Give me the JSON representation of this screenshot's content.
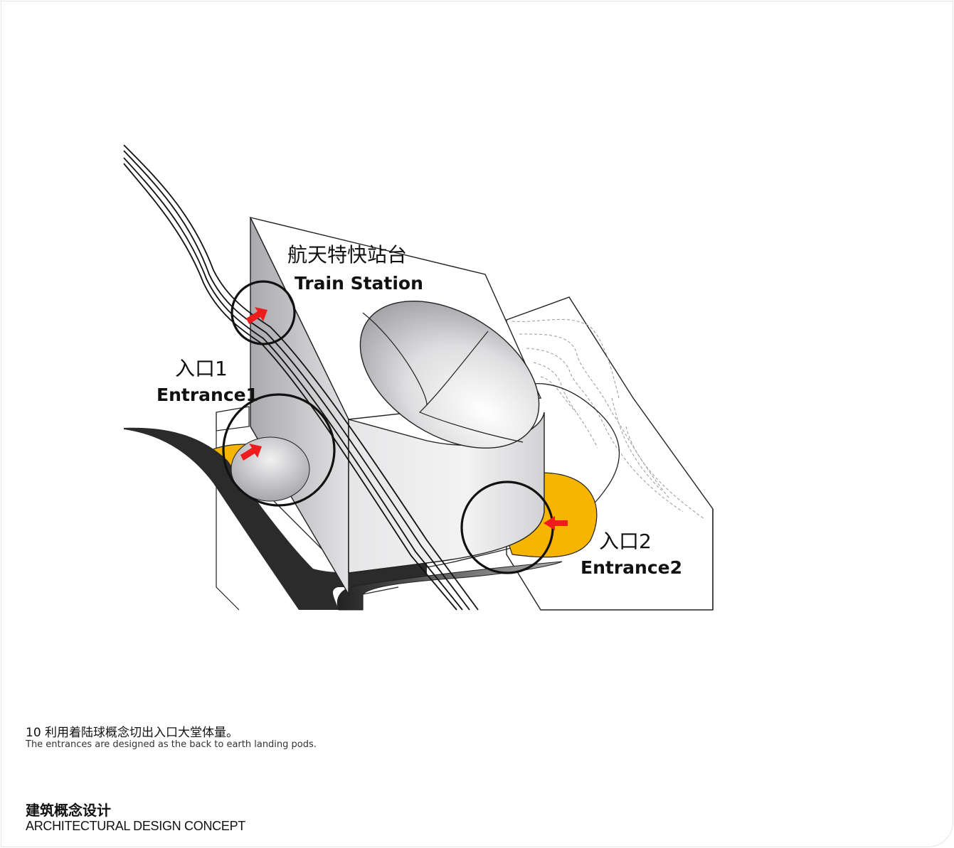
{
  "labels": {
    "station_cn": "航天特快站台",
    "station_en": "Train Station",
    "entrance1_cn": "入口1",
    "entrance1_en": "Entrance1",
    "entrance2_cn": "入口2",
    "entrance2_en": "Entrance2"
  },
  "caption": {
    "cn": "10 利用着陆球概念切出入口大堂体量。",
    "en": "The entrances are designed as the back to earth landing pods."
  },
  "section": {
    "cn": "建筑概念设计",
    "en": "ARCHITECTURAL DESIGN CONCEPT"
  },
  "colors": {
    "entrance_fill": "#f7b500",
    "arrow": "#ee1c1c",
    "road": "#2b2b2b",
    "volume_shade": "#c8c8cc"
  }
}
